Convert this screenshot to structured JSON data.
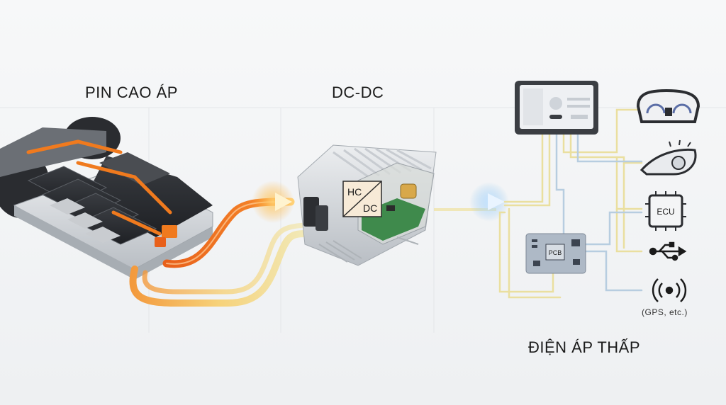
{
  "labels": {
    "battery": "PIN CAO ÁP",
    "dcdc": "DC-DC",
    "low_voltage": "ĐIỆN ÁP THẤP",
    "gps_caption": "(GPS, etc.)"
  },
  "converter": {
    "input": "HC",
    "output": "DC"
  },
  "loads": {
    "ecu": "ECU",
    "pcb": "PCB"
  },
  "colors": {
    "hv_wire": "#f07a1e",
    "lv_wire": "#e9dea0",
    "signal_wire": "#a9c3dc",
    "glow_hot": "#ffb13b",
    "glow_cool": "#8ec5f0",
    "accent": "#e8601a"
  },
  "icons": [
    "battery-pack-icon",
    "dcdc-converter-icon",
    "infotainment-screen-icon",
    "dashboard-cluster-icon",
    "headlight-icon",
    "ecu-chip-icon",
    "usb-icon",
    "wireless-signal-icon",
    "pcb-board-icon"
  ]
}
